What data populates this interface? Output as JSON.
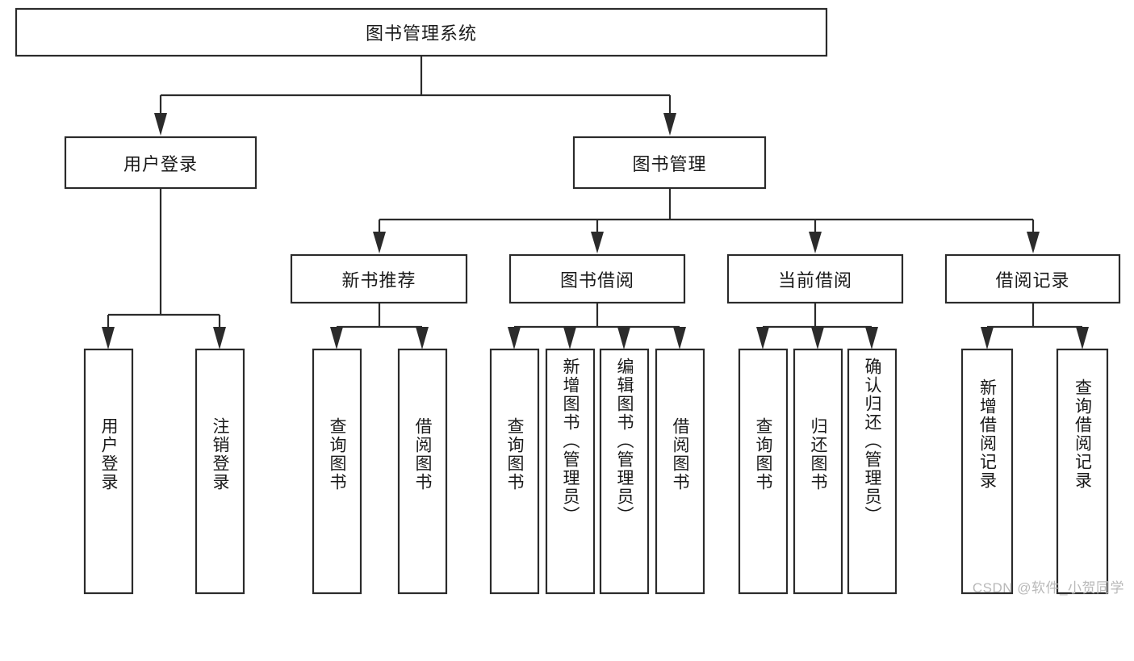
{
  "diagram": {
    "type": "tree-hierarchy",
    "title": "图书管理系统",
    "watermark": "CSDN @软件_小贺同学",
    "colors": {
      "box_stroke": "#2b2b2b",
      "box_fill": "#ffffff",
      "text": "#1a1a1a",
      "background": "#ffffff",
      "watermark": "#b9b9b9"
    },
    "levels": {
      "root": {
        "label": "图书管理系统"
      },
      "level2": [
        {
          "id": "user-login",
          "label": "用户登录"
        },
        {
          "id": "book-management",
          "label": "图书管理"
        }
      ],
      "level3": [
        {
          "id": "new-book-recommend",
          "label": "新书推荐",
          "parent": "book-management"
        },
        {
          "id": "book-borrow",
          "label": "图书借阅",
          "parent": "book-management"
        },
        {
          "id": "current-borrow",
          "label": "当前借阅",
          "parent": "book-management"
        },
        {
          "id": "borrow-record",
          "label": "借阅记录",
          "parent": "book-management"
        }
      ],
      "leaves": [
        {
          "id": "leaf-user-login",
          "label": "用户登录",
          "parent": "user-login"
        },
        {
          "id": "leaf-logout-login",
          "label": "注销登录",
          "parent": "user-login"
        },
        {
          "id": "leaf-query-book-1",
          "label": "查询图书",
          "parent": "new-book-recommend"
        },
        {
          "id": "leaf-borrow-book-1",
          "label": "借阅图书",
          "parent": "new-book-recommend"
        },
        {
          "id": "leaf-query-book-2",
          "label": "查询图书",
          "parent": "book-borrow"
        },
        {
          "id": "leaf-add-book",
          "label": "新增图书（管理员）",
          "parent": "book-borrow"
        },
        {
          "id": "leaf-edit-book",
          "label": "编辑图书（管理员）",
          "parent": "book-borrow"
        },
        {
          "id": "leaf-borrow-book-2",
          "label": "借阅图书",
          "parent": "book-borrow"
        },
        {
          "id": "leaf-query-book-3",
          "label": "查询图书",
          "parent": "current-borrow"
        },
        {
          "id": "leaf-return-book",
          "label": "归还图书",
          "parent": "current-borrow"
        },
        {
          "id": "leaf-confirm-return",
          "label": "确认归还（管理员）",
          "parent": "current-borrow"
        },
        {
          "id": "leaf-add-record",
          "label": "新增借阅记录",
          "parent": "borrow-record"
        },
        {
          "id": "leaf-query-record",
          "label": "查询借阅记录",
          "parent": "borrow-record"
        }
      ]
    }
  }
}
